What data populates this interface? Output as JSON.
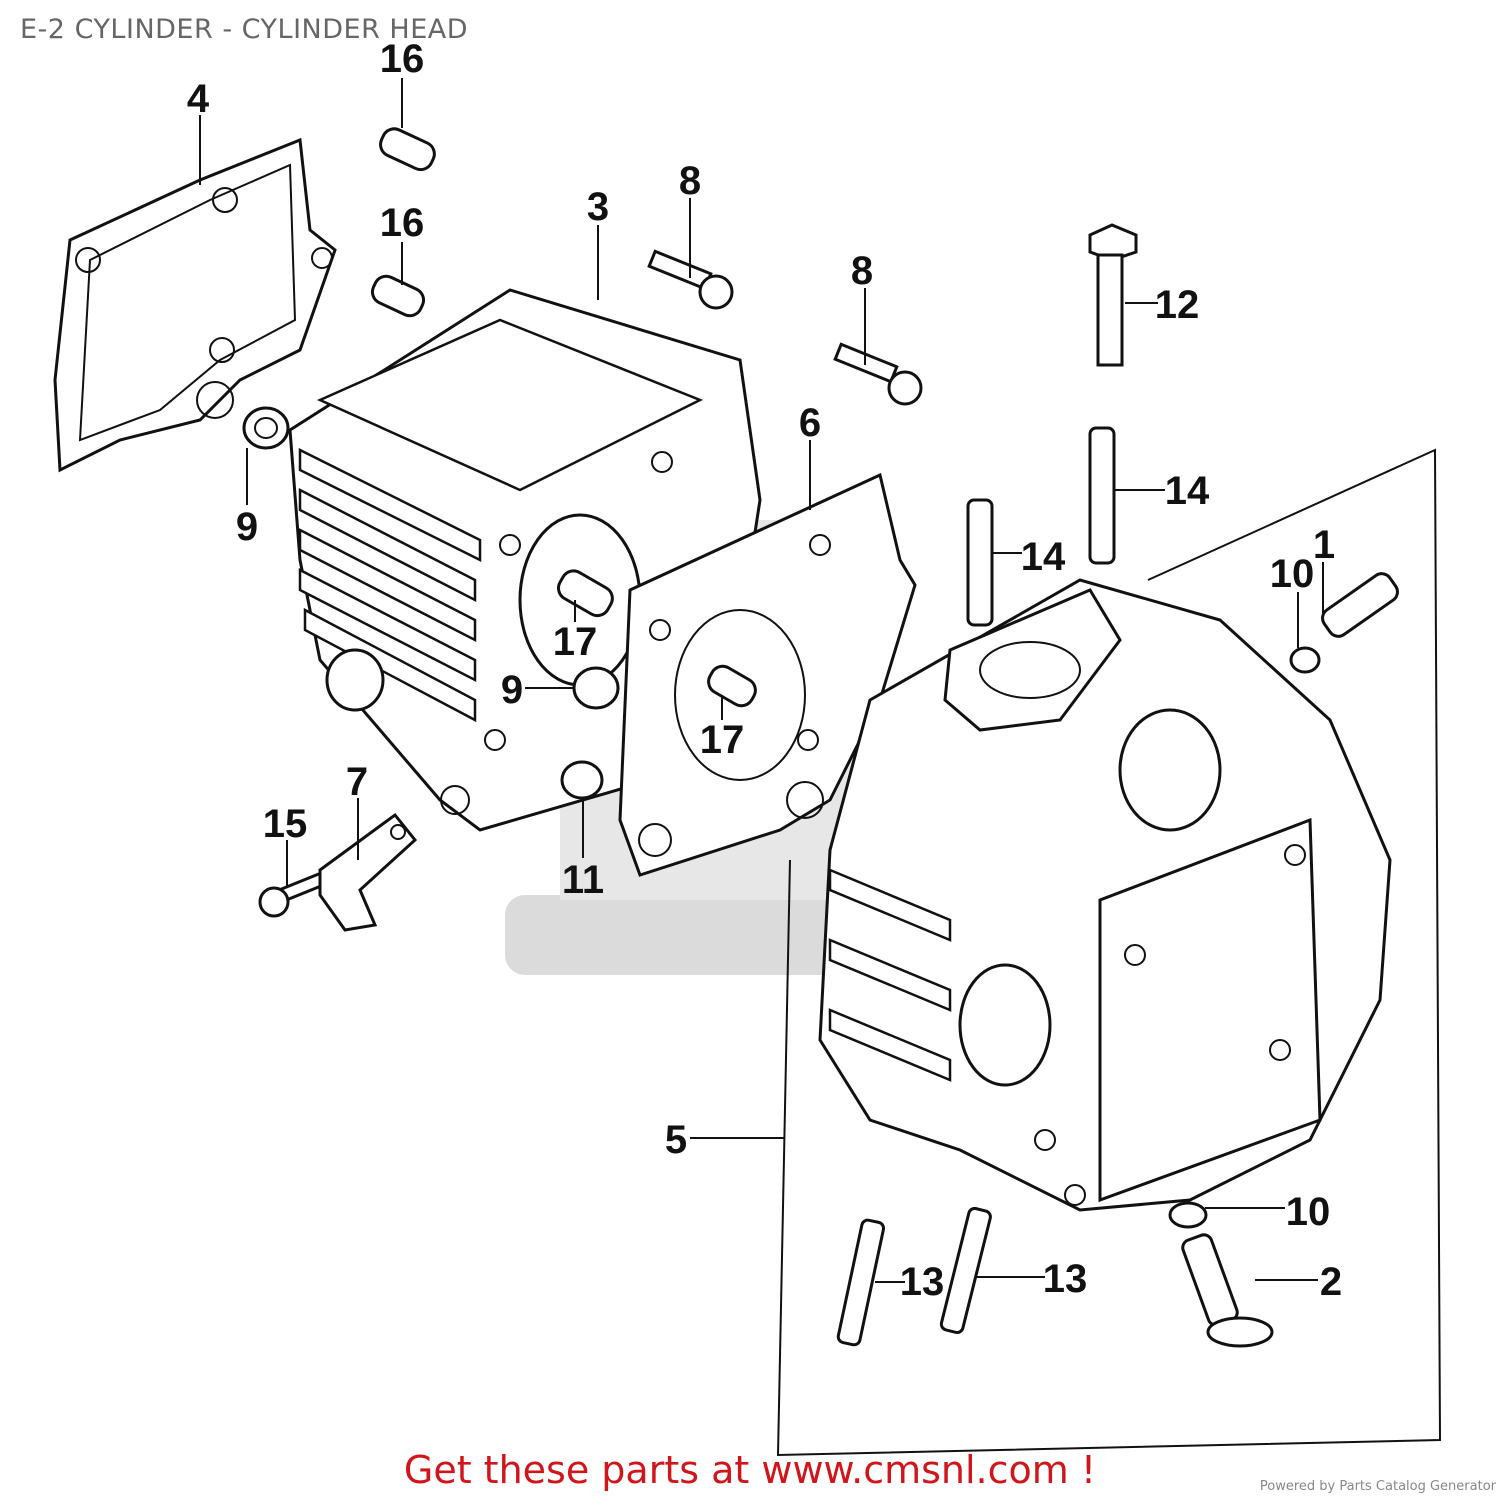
{
  "header": {
    "title": "E-2 CYLINDER - CYLINDER HEAD"
  },
  "diagram": {
    "callouts": [
      "4",
      "16",
      "16",
      "3",
      "8",
      "8",
      "12",
      "6",
      "14",
      "14",
      "10",
      "1",
      "9",
      "17",
      "9",
      "17",
      "7",
      "15",
      "11",
      "5",
      "10",
      "13",
      "13",
      "2"
    ]
  },
  "footer": {
    "cta": "Get these parts at www.cmsnl.com !",
    "powered_by": "Powered by Parts Catalog Generator"
  },
  "colors": {
    "cta": "#d0151b",
    "title": "#666666"
  }
}
